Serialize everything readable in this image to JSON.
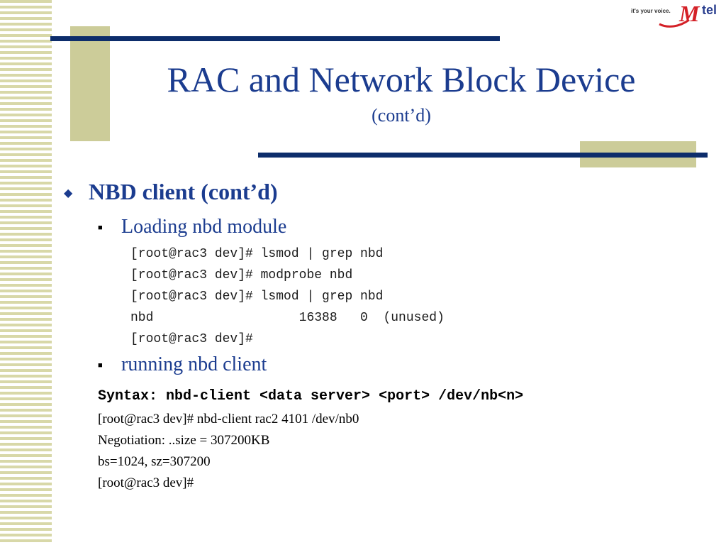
{
  "logo": {
    "tagline": "it's your voice.",
    "brand": "tel",
    "brand_letter": "M"
  },
  "title": "RAC and Network Block Device",
  "subtitle": "(cont’d)",
  "bullets": {
    "level1": {
      "label": "NBD client (cont’d)",
      "marker": "◆"
    },
    "loading": {
      "label": "Loading nbd module",
      "marker": "■",
      "code": [
        "[root@rac3 dev]# lsmod | grep nbd",
        "[root@rac3 dev]# modprobe nbd",
        "[root@rac3 dev]# lsmod | grep nbd",
        "nbd                   16388   0  (unused)",
        "[root@rac3 dev]#"
      ]
    },
    "running": {
      "label": "running nbd client",
      "marker": "■"
    }
  },
  "syntax": "Syntax: nbd-client <data server> <port> /dev/nb<n>",
  "output_lines": [
    "[root@rac3 dev]# nbd-client rac2 4101 /dev/nb0",
    "Negotiation: ..size = 307200KB",
    "bs=1024, sz=307200",
    "[root@rac3 dev]#"
  ],
  "colors": {
    "title_blue": "#1b3c8f",
    "bar_navy": "#0d2d6b",
    "accent_khaki": "#cccc99",
    "logo_red": "#d42027"
  }
}
